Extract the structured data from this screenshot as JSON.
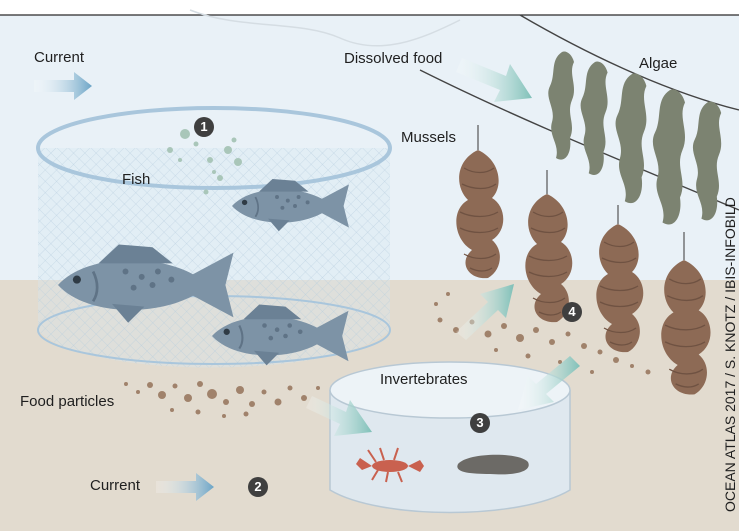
{
  "labels": {
    "current_top": "Current",
    "dissolved_food": "Dissolved food",
    "algae": "Algae",
    "mussels": "Mussels",
    "fish": "Fish",
    "food_particles": "Food particles",
    "invertebrates": "Invertebrates",
    "current_bottom": "Current"
  },
  "markers": [
    "1",
    "2",
    "3",
    "4"
  ],
  "credit": "OCEAN ATLAS 2017 / S. KNOTZ / IBIS-INFOBILD",
  "colors": {
    "water": "#e9f1f7",
    "seabed": "#e2dbcf",
    "net": "#bcd3e4",
    "fish": "#7d93a6",
    "mussel": "#8d6a55",
    "algae": "#7c8371",
    "particles": "#a0826b",
    "arrow": "#9ec9c4",
    "marker": "#3f3f3f"
  }
}
